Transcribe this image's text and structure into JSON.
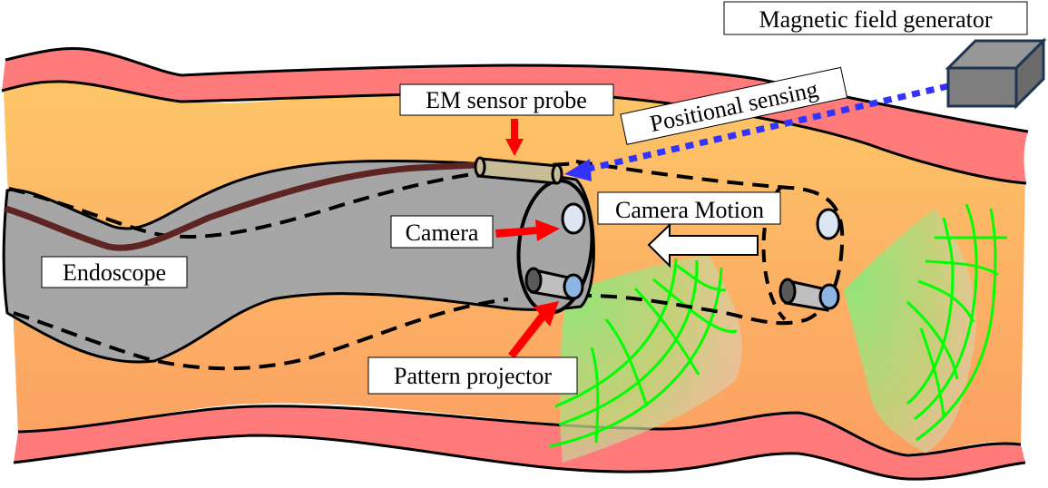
{
  "diagram": {
    "labels": {
      "magnetic_field_generator": "Magnetic field generator",
      "em_sensor_probe": "EM sensor probe",
      "positional_sensing": "Positional sensing",
      "camera": "Camera",
      "camera_motion": "Camera Motion",
      "endoscope": "Endoscope",
      "pattern_projector": "Pattern projector"
    },
    "colors": {
      "tissue_wall": "#ff7b7b",
      "lumen_top": "#fdc667",
      "lumen_bottom": "#fca062",
      "endoscope_body": "#a6a6a6",
      "cable": "#5e2424",
      "sensor_probe": "#c6bd98",
      "camera_lens": "#dce6f2",
      "projector_lens": "#8eb4e3",
      "field_generator": "#7f7f7f",
      "positional_arrow": "#3333ff",
      "pointer_arrow": "#ff0000",
      "pattern_grid": "#00ff00"
    }
  }
}
